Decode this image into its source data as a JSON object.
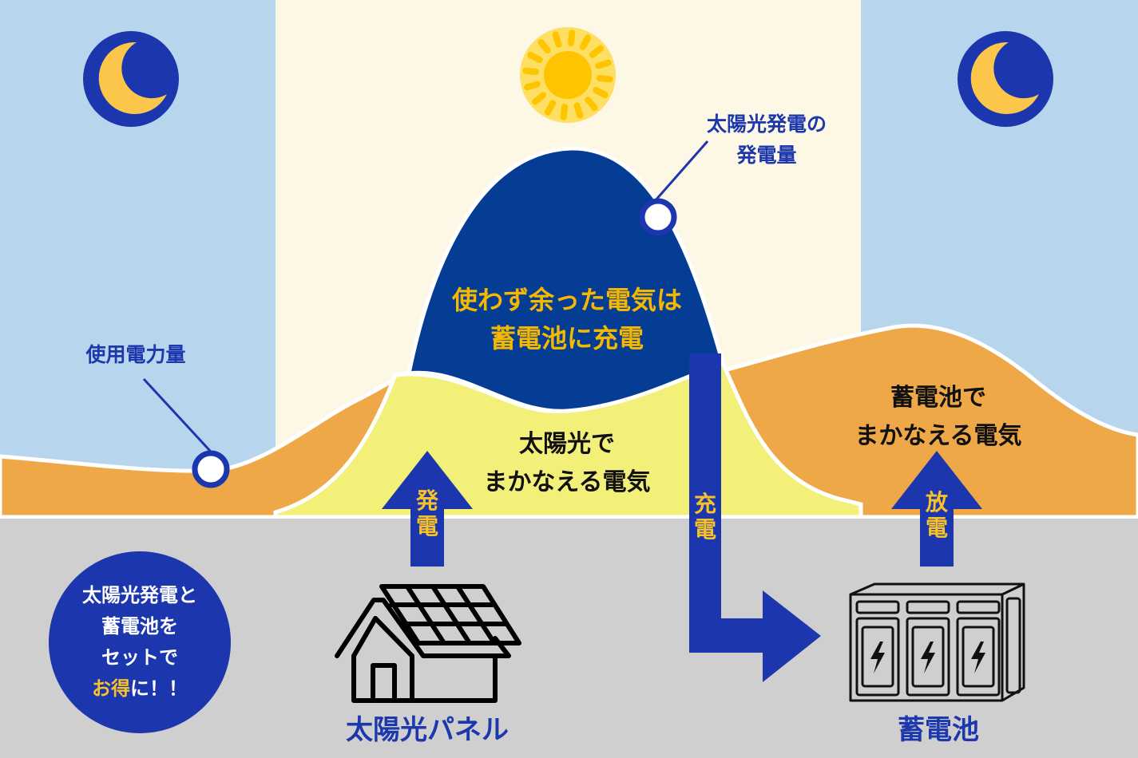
{
  "colors": {
    "night_sky": "#b8d5ee",
    "day_sky": "#fdf8e6",
    "ground": "#cfcfcf",
    "usage_orange": "#efa848",
    "solar_yellow": "#f3f07a",
    "surplus_navy": "#053c94",
    "accent_blue": "#1c37ad",
    "accent_yellow": "#f7c12a",
    "sun_outer": "#fddf63",
    "sun_inner": "#ffc400"
  },
  "icons": {
    "left_moon": "crescent-moon-icon",
    "sun": "sun-icon",
    "right_moon": "crescent-moon-icon",
    "house": "house-with-solar-panel-icon",
    "battery": "storage-battery-icon"
  },
  "labels": {
    "solar_generation_callout": [
      "太陽光発電の",
      "発電量"
    ],
    "usage_callout": "使用電力量",
    "surplus_text": [
      "使わず余った電気は",
      "蓄電池に充電"
    ],
    "solar_covered_text": [
      "太陽光で",
      "まかなえる電気"
    ],
    "battery_covered_text": [
      "蓄電池で",
      "まかなえる電気"
    ],
    "arrow_generate": [
      "発",
      "電"
    ],
    "arrow_charge": [
      "充",
      "電"
    ],
    "arrow_discharge": [
      "放",
      "電"
    ],
    "solar_panel": "太陽光パネル",
    "battery": "蓄電池"
  },
  "promo": {
    "line1": "太陽光発電と",
    "line2": "蓄電池を",
    "line3": "セットで",
    "line4_highlight": "お得",
    "line4_rest": "に！！"
  }
}
